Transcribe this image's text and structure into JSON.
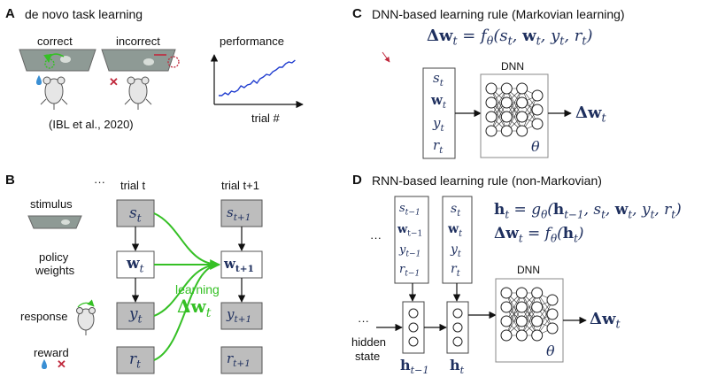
{
  "panelA": {
    "letter": "A",
    "title": "de novo task learning",
    "correct": "correct",
    "incorrect": "incorrect",
    "citation": "(IBL et al., 2020)",
    "perf_ylabel": "performance",
    "perf_xlabel": "trial #",
    "perf_line_color": "#1f3ccf"
  },
  "panelB": {
    "letter": "B",
    "ellipsis": "···",
    "trial_t": "trial t",
    "trial_t1": "trial t+1",
    "stimulus": "stimulus",
    "policy": "policy",
    "weights": "weights",
    "response": "response",
    "reward": "reward",
    "learning": "learning",
    "cross": "✕",
    "green": "#35c025",
    "box_gray": "#bdbdbd"
  },
  "panelC": {
    "letter": "C",
    "title": "DNN-based learning rule (Markovian learning)",
    "dnn_label": "DNN",
    "theta": "θ"
  },
  "panelD": {
    "letter": "D",
    "title": "RNN-based learning rule (non-Markovian)",
    "ellipsis": "···",
    "hidden": "hidden",
    "state": "state",
    "dnn_label": "DNN",
    "theta": "θ"
  }
}
